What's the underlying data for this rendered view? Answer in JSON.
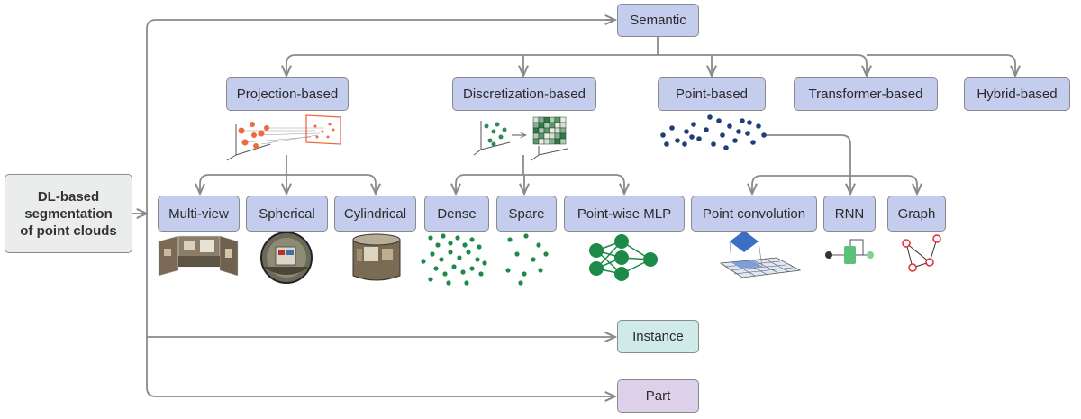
{
  "root": {
    "line1": "DL-based",
    "line2": "segmentation",
    "line3": "of point clouds"
  },
  "tasks": {
    "semantic": "Semantic",
    "instance": "Instance",
    "part": "Part"
  },
  "categories": {
    "projection": "Projection-based",
    "discretization": "Discretization-based",
    "point": "Point-based",
    "transformer": "Transformer-based",
    "hybrid": "Hybrid-based"
  },
  "projection_methods": {
    "multiview": "Multi-view",
    "spherical": "Spherical",
    "cylindrical": "Cylindrical"
  },
  "discretization_methods": {
    "dense": "Dense",
    "spare": "Spare"
  },
  "point_methods": {
    "pointwise_mlp": "Point-wise MLP",
    "point_convolution": "Point convolution",
    "rnn": "RNN",
    "graph": "Graph"
  },
  "colors": {
    "method_box": "#c5cdee",
    "root_box": "#ebecec",
    "instance_box": "#cfeae8",
    "part_box": "#ddd1ea",
    "connector": "#8a8a8a",
    "point_orange": "#ee6a3c",
    "voxel_green": "#2e8b57",
    "sample_green": "#1e8a4a",
    "point_navy": "#1f3f78",
    "graph_red": "#e0303a"
  }
}
